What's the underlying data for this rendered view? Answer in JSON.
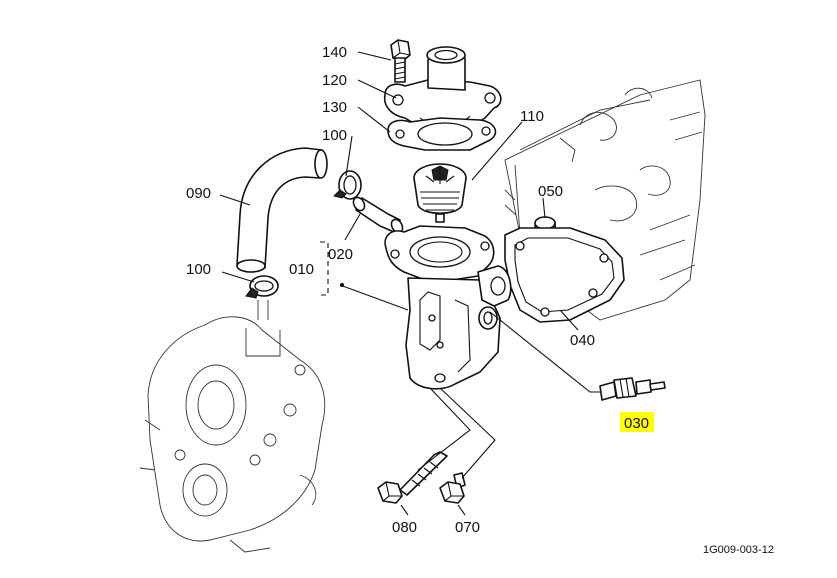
{
  "diagram": {
    "highlight_color": "#ffff00",
    "callouts": {
      "p140": "140",
      "p120": "120",
      "p130": "130",
      "p100a": "100",
      "p110": "110",
      "p090": "090",
      "p050": "050",
      "p020": "020",
      "p010": "010",
      "p100b": "100",
      "p040": "040",
      "p030": "030",
      "p080": "080",
      "p070": "070"
    },
    "reference_code": "1G009-003-12"
  }
}
